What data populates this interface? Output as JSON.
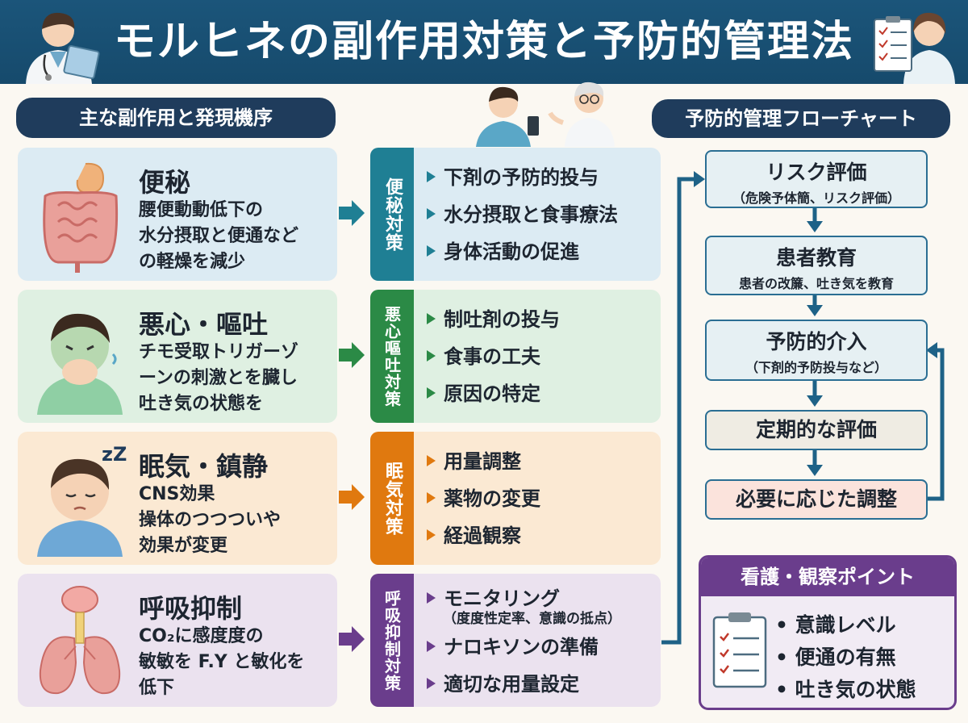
{
  "title": "モルヒネの副作用対策と予防的管理法",
  "left_header": "主な副作用と発現機序",
  "right_header": "予防的管理フローチャート",
  "side_effects": [
    {
      "title": "便秘",
      "desc": "腰便動動低下の\n水分摂取と便通など\nの軽燥を減少",
      "bg": "#dcebf3"
    },
    {
      "title": "悪心・嘔吐",
      "desc": "チモ受取トリガーゾ\nーンの刺激とを臓し\n吐き気の状態を",
      "bg": "#dff0e2"
    },
    {
      "title": "眠気・鎮静",
      "desc": "CNS効果\n操体のつつついや\n効果が変更",
      "bg": "#fbe9d3"
    },
    {
      "title": "呼吸抑制",
      "desc": "CO₂に感度度の\n敏敏を F.Y と敏化を\n低下",
      "bg": "#ebe2ef"
    }
  ],
  "sleep_mark": "zZ",
  "measures": [
    {
      "tag": "便秘対策",
      "color": "#1f7f94",
      "bg": "#dcebf3",
      "items": [
        "下剤の予防的投与",
        "水分摂取と食事療法",
        "身体活動の促進"
      ]
    },
    {
      "tag": "悪心嘔吐対策",
      "color": "#2b8a46",
      "bg": "#dff0e2",
      "items": [
        "制吐剤の投与",
        "食事の工夫",
        "原因の特定"
      ]
    },
    {
      "tag": "眠気対策",
      "color": "#e0790f",
      "bg": "#fbe9d3",
      "items": [
        "用量調整",
        "薬物の変更",
        "経過観察"
      ]
    },
    {
      "tag": "呼吸抑制対策",
      "color": "#6a3d8c",
      "bg": "#ebe2ef",
      "items": [
        "モニタリング",
        "ナロキソンの準備",
        "適切な用量設定"
      ],
      "sub": "（度度性定率、意識の抵点）"
    }
  ],
  "flow": [
    {
      "title": "リスク評価",
      "sub": "（危険予体簡、リスク評価）",
      "bg": "#e6f0f3"
    },
    {
      "title": "患者教育",
      "sub": "患者の改簾、吐き気を教育",
      "bg": "#e6f0f3"
    },
    {
      "title": "予防的介入",
      "sub": "（下剤的予防投与など）",
      "bg": "#e6f0f3"
    },
    {
      "title": "定期的な評価",
      "sub": "",
      "bg": "#efece3"
    },
    {
      "title": "必要に応じた調整",
      "sub": "",
      "bg": "#fbe3dc"
    }
  ],
  "observation": {
    "title": "看護・観察ポイント",
    "items": [
      "• 意識レベル",
      "• 便通の有無",
      "• 吐き気の状態"
    ]
  },
  "colors": {
    "header": "#1b557a",
    "pill": "#1f3c5c",
    "flow_line": "#1e6287"
  },
  "icons": [
    "doctor-with-clipboard-icon",
    "nurse-with-checklist-icon",
    "patient-and-doctor-icon",
    "intestine-icon",
    "nauseous-person-icon",
    "sleepy-person-icon",
    "lungs-and-brain-icon",
    "clipboard-checklist-icon"
  ]
}
